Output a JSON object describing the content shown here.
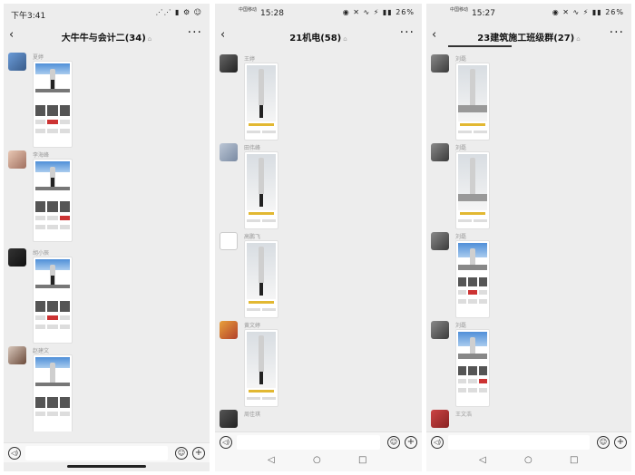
{
  "panels": [
    {
      "status": {
        "time": "下午3:41",
        "icons": "⋰⋰ ▮ ⚙ ☺"
      },
      "title": "大牛牛与会计二(34)",
      "title_tag": "⌂",
      "messages": [
        {
          "sender": "夏婷"
        },
        {
          "sender": "李海峰"
        },
        {
          "sender": "胡小辰"
        },
        {
          "sender": "赵建文"
        }
      ]
    },
    {
      "status": {
        "carrier": "中国移动",
        "time": "15:28",
        "icons": "◉ ✕ ∿ ⚡ ▮▮ 26%"
      },
      "title": "21机电(58)",
      "title_tag": "⌂",
      "messages": [
        {
          "sender": "王婷"
        },
        {
          "sender": "田伟峰"
        },
        {
          "sender": "高鹏飞"
        },
        {
          "sender": "黄文婷"
        },
        {
          "sender": "周佳琪"
        }
      ]
    },
    {
      "status": {
        "carrier": "中国移动",
        "time": "15:27",
        "icons": "◉ ✕ ∿ ⚡ ▮▮ 26%"
      },
      "title": "23建筑施工班级群(27)",
      "title_tag": "⌂",
      "messages": [
        {
          "sender": "刘磊"
        },
        {
          "sender": "刘磊"
        },
        {
          "sender": "刘磊"
        },
        {
          "sender": "刘磊"
        },
        {
          "sender": "王文浩"
        }
      ]
    }
  ],
  "icons": {
    "back": "‹",
    "more": "···",
    "voice": "◁)",
    "emoji": "☺",
    "plus": "+",
    "nav_back": "◁",
    "nav_home": "○",
    "nav_recent": "□"
  },
  "colors": {
    "background": "#ededed",
    "banner": "#e2b832",
    "sky": "#4f8fd8"
  }
}
